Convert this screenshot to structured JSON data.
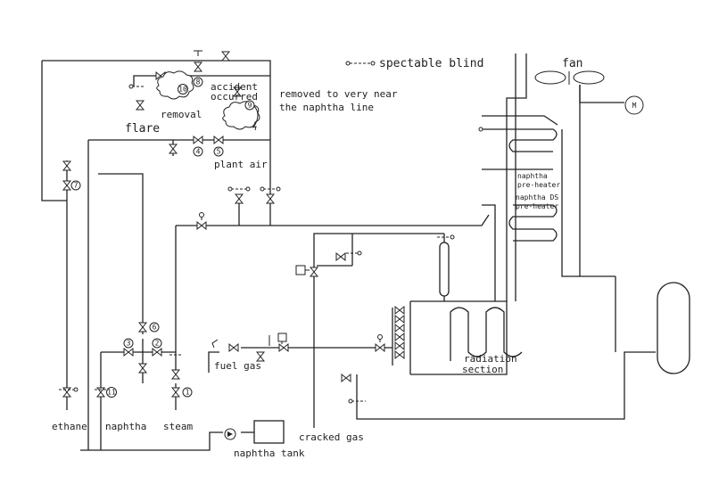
{
  "labels": {
    "spectable_blind": "spectable blind",
    "fan": "fan",
    "motor": "M",
    "accident_occurred_1": "accident",
    "accident_occurred_2": "occurred",
    "removal": "removal",
    "removed_note_1": "removed to very near",
    "removed_note_2": "the naphtha line",
    "flare": "flare",
    "plant_air": "plant air",
    "naphtha_preheater_1": "naphtha",
    "naphtha_preheater_2": "pre-heater",
    "naphtha_ds_preheater_1": "naphtha DS",
    "naphtha_ds_preheater_2": "pre-heater",
    "fuel_gas": "fuel gas",
    "radiation_section_1": "radiation",
    "radiation_section_2": "section",
    "ethane": "ethane",
    "naphtha": "naphtha",
    "steam": "steam",
    "cracked_gas": "cracked gas",
    "naphtha_tank": "naphtha tank"
  },
  "valve_numbers": {
    "v1": "1",
    "v2": "2",
    "v3": "3",
    "v4": "4",
    "v5": "5",
    "v6": "6",
    "v7": "7",
    "v8": "8",
    "v9": "9",
    "v10": "10",
    "v11": "11"
  }
}
